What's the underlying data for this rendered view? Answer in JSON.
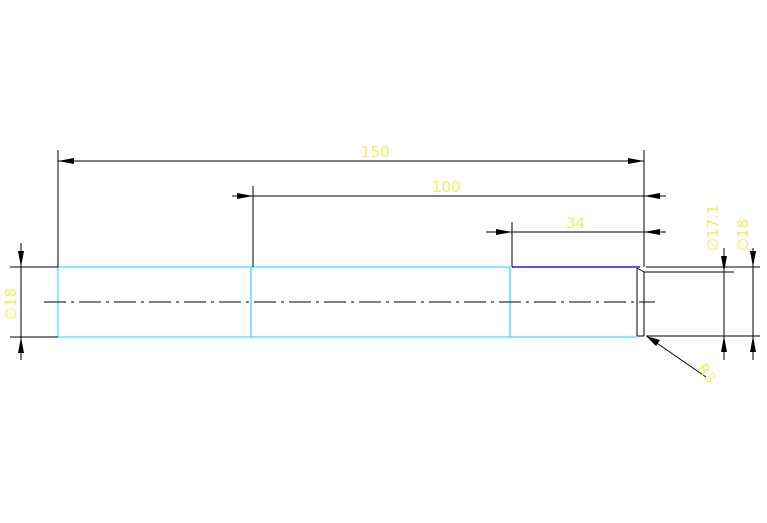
{
  "drawing": {
    "background_color": "#ffffff",
    "canvas_color": "#ffffff",
    "outline_color": "#33e6f2",
    "dimension_line_color": "#000000",
    "dimension_text_color": "#f0f060",
    "highlight_edge_color": "#5a5ad8"
  },
  "dimensions": {
    "overall_length": "150",
    "middle_length": "100",
    "right_length": "34",
    "left_diameter": "∅18",
    "right_outer_diameter": "∅18",
    "right_inner_diameter": "∅17.1",
    "radius": "R3"
  }
}
